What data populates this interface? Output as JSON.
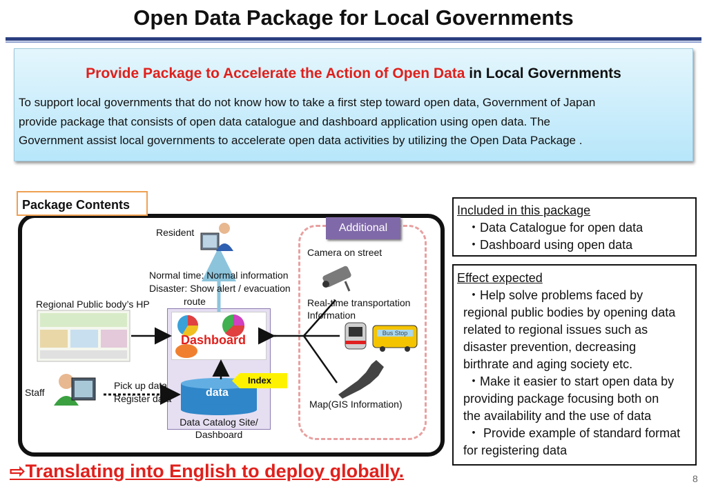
{
  "title": "Open Data Package for Local Governments",
  "banner": {
    "heading_red": "Provide Package to Accelerate the Action of Open Data",
    "heading_black": "in Local Governments",
    "body_lines": [
      "To support local governments that do not know how to take a first step toward open data, Government of Japan",
      "provide package that consists of open data catalogue and dashboard application using open data. The",
      "Government assist local governments to accelerate  open data activities by utilizing the Open Data Package ."
    ]
  },
  "diagram": {
    "package_contents_label": "Package Contents",
    "additional_label": "Additional",
    "resident_label": "Resident",
    "normal_time_label": "Normal time: Normal information",
    "disaster_label": "Disaster: Show alert / evacuation",
    "route_label": "route",
    "regional_hp_label": "Regional Public body’s HP",
    "dashboard_label": "Dashboard",
    "index_label": "Index",
    "data_label": "data",
    "staff_label": "Staff",
    "pick_up_label": "Pick up data",
    "register_label": "Register data",
    "catalog_label_1": "Data Catalog Site/",
    "catalog_label_2": "Dashboard",
    "camera_label": "Camera on street",
    "transport_label_1": "Real-time transportation",
    "transport_label_2": "Information",
    "map_label": "Map(GIS Information)",
    "bus_sign": "Bus Stop"
  },
  "included": {
    "title": "Included in this package",
    "items": [
      "・Data Catalogue for open data",
      "・Dashboard using open data"
    ]
  },
  "effect": {
    "title": "Effect expected",
    "lines": [
      "・Help solve problems faced by",
      "regional public bodies by opening data",
      "related to regional issues such as",
      "disaster prevention, decreasing",
      "birthrate and aging society etc.",
      "・Make it easier to start open data by",
      "providing package focusing both on",
      "the availability and the use of data",
      "・ Provide example of standard format",
      "for registering data"
    ]
  },
  "footer": {
    "translate_text": "⇨Translating into English to deploy globally.",
    "page_number": "8"
  },
  "colors": {
    "accent_red": "#e0201c",
    "title_rule": "#2a3f80",
    "additional_purple": "#8069a8",
    "dashed_pink": "#e8a0a0",
    "index_yellow": "#fff200"
  }
}
